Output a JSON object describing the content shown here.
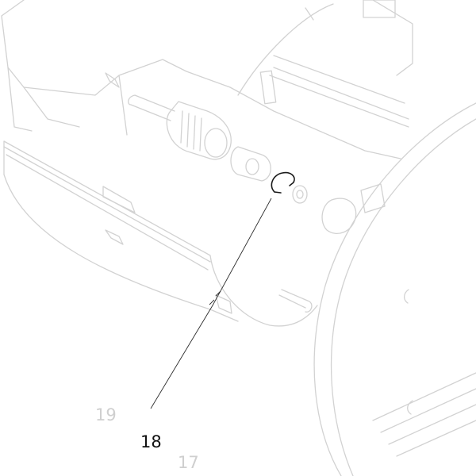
{
  "diagram": {
    "type": "exploded-parts-view",
    "highlight_color": "#1a1a1a",
    "ghost_color": "#d2d2d2",
    "callouts": [
      {
        "id": "18",
        "label": "18",
        "state": "highlighted"
      },
      {
        "id": "19",
        "label": "19",
        "state": "faded"
      },
      {
        "id": "17",
        "label": "17",
        "state": "faded"
      }
    ]
  }
}
